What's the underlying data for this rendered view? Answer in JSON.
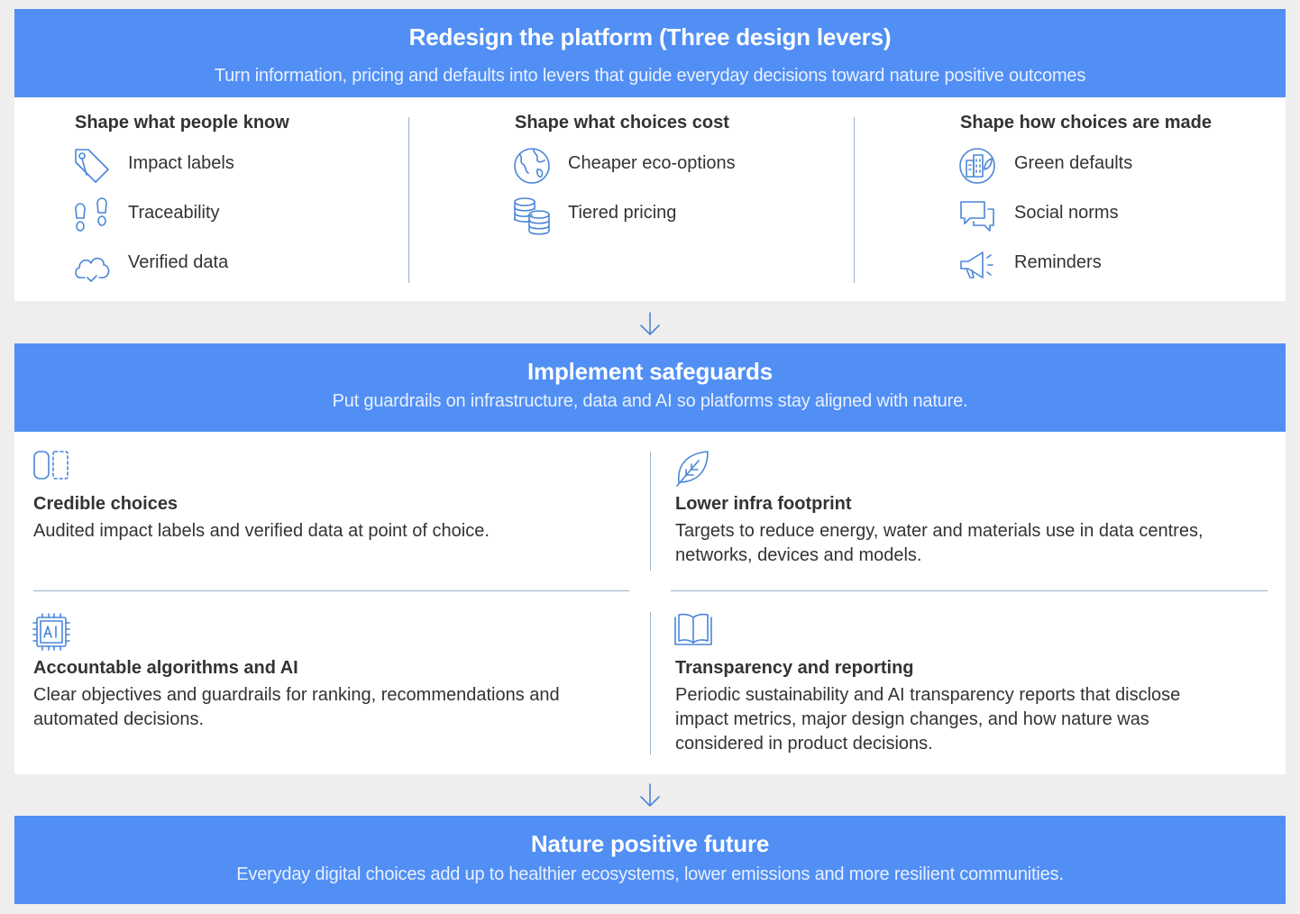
{
  "top": {
    "title": "Redesign the platform (Three design levers)",
    "subtitle": "Turn information, pricing and defaults into levers that guide everyday decisions toward nature positive outcomes"
  },
  "levers": [
    {
      "heading": "Shape what people know",
      "items": [
        {
          "label": "Impact labels",
          "icon": "tag-icon"
        },
        {
          "label": "Traceability",
          "icon": "footprints-icon"
        },
        {
          "label": "Verified data",
          "icon": "cloud-check-icon"
        }
      ]
    },
    {
      "heading": "Shape what choices cost",
      "items": [
        {
          "label": "Cheaper eco-options",
          "icon": "globe-icon"
        },
        {
          "label": "Tiered pricing",
          "icon": "coin-stack-icon"
        }
      ]
    },
    {
      "heading": "Shape how choices are made",
      "items": [
        {
          "label": "Green defaults",
          "icon": "green-building-icon"
        },
        {
          "label": "Social norms",
          "icon": "chat-bubbles-icon"
        },
        {
          "label": "Reminders",
          "icon": "megaphone-icon"
        }
      ]
    }
  ],
  "middle": {
    "title": "Implement safeguards",
    "subtitle": "Put guardrails on infrastructure, data and AI so platforms stay aligned with nature."
  },
  "safeguards": [
    {
      "title": "Credible choices",
      "description": "Audited impact labels and verified data at point of choice.",
      "icon": "compare-icon"
    },
    {
      "title": "Lower infra footprint",
      "description": "Targets to reduce energy, water and materials use in data centres, networks, devices and models.",
      "icon": "leaf-icon"
    },
    {
      "title": "Accountable algorithms and AI",
      "description": "Clear objectives and guardrails for ranking, recommendations and automated decisions.",
      "icon": "ai-chip-icon"
    },
    {
      "title": "Transparency and reporting",
      "description": "Periodic sustainability and AI transparency reports that disclose impact metrics, major design changes, and how nature was considered in product decisions.",
      "icon": "open-book-icon"
    }
  ],
  "bottom": {
    "title": "Nature positive future",
    "subtitle": "Everyday digital choices add up to healthier ecosystems, lower emissions and more resilient communities."
  },
  "colors": {
    "banner": "#518ff5",
    "icon_stroke": "#4a86d8",
    "background": "#efeeef"
  }
}
